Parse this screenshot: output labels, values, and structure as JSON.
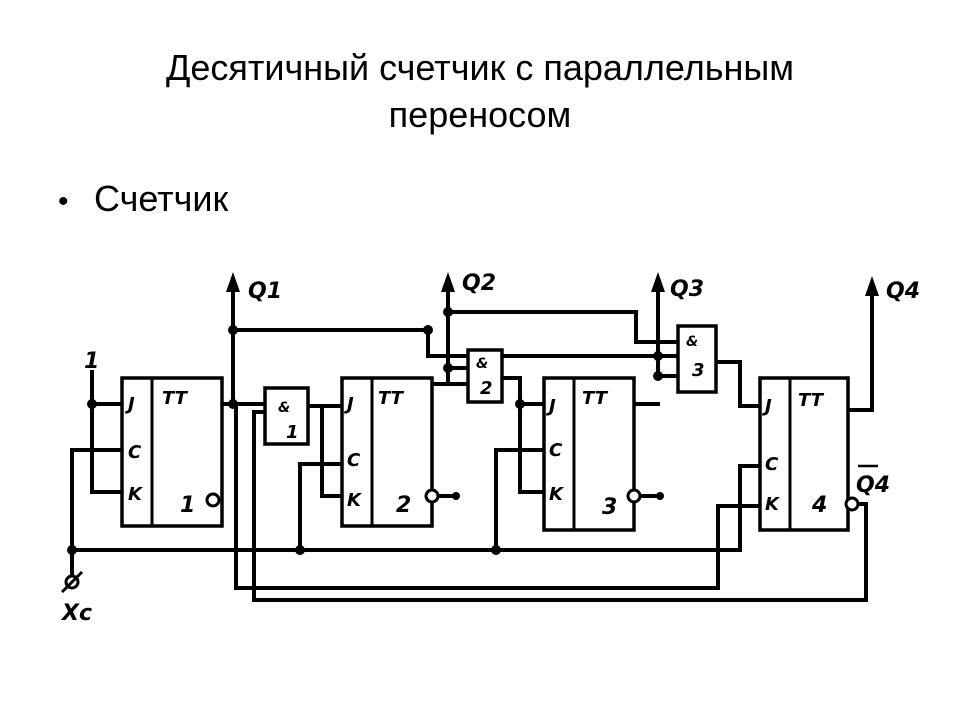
{
  "slide": {
    "title_line1": "Десятичный счетчик с параллельным",
    "title_line2": "переносом",
    "bullet": "Счетчик"
  },
  "diagram": {
    "outputs": {
      "q1": "Q1",
      "q2": "Q2",
      "q3": "Q3",
      "q4": "Q4",
      "q4_inv": "Q4"
    },
    "input_one": "1",
    "clock_input": "Xc",
    "flipflops": [
      {
        "type": "TT",
        "j": "J",
        "c": "C",
        "k": "K",
        "number": "1"
      },
      {
        "type": "TT",
        "j": "J",
        "c": "C",
        "k": "K",
        "number": "2"
      },
      {
        "type": "TT",
        "j": "J",
        "c": "C",
        "k": "K",
        "number": "3"
      },
      {
        "type": "TT",
        "j": "J",
        "c": "C",
        "k": "K",
        "number": "4"
      }
    ],
    "gates": [
      {
        "symbol": "&",
        "number": "1"
      },
      {
        "symbol": "&",
        "number": "2"
      },
      {
        "symbol": "&",
        "number": "3"
      }
    ]
  }
}
